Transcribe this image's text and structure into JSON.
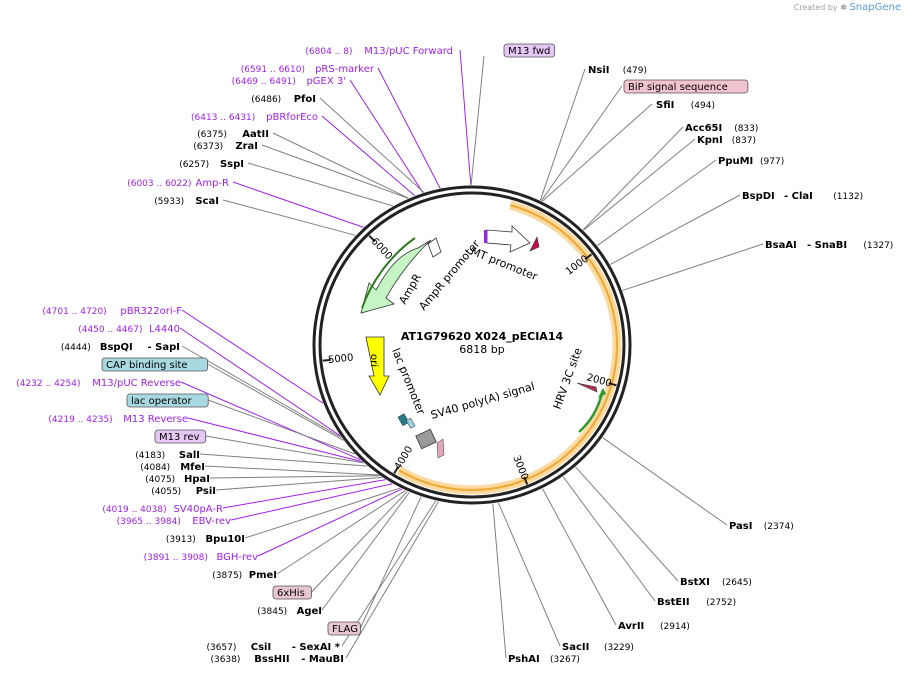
{
  "credit": {
    "prefix": "Created by",
    "brand": "SnapGene"
  },
  "plasmid": {
    "name": "AT1G79620 X024_pECIA14",
    "length_label": "6818 bp",
    "total_bp": 6818
  },
  "ticks": [
    {
      "bp": 1000,
      "label": "1000"
    },
    {
      "bp": 2000,
      "label": "2000"
    },
    {
      "bp": 3000,
      "label": "3000"
    },
    {
      "bp": 4000,
      "label": "4000"
    },
    {
      "bp": 5000,
      "label": "5000"
    },
    {
      "bp": 6000,
      "label": "6000"
    }
  ],
  "features": [
    {
      "name": "orf-arc",
      "start": 290,
      "end": 3980,
      "color": "#f0a830",
      "type": "arc"
    },
    {
      "name": "hrv-3c-arc",
      "start": 2230,
      "end": 2640,
      "color": "#2e9a2e",
      "type": "arc-thin"
    },
    {
      "name": "ampr-arrow",
      "start": 5870,
      "end": 6260,
      "color": "#b8f0b8",
      "type": "arrow"
    },
    {
      "name": "ampr-promoter-arrow",
      "start": 6280,
      "end": 6380,
      "color": "#ffffff",
      "type": "arrow"
    },
    {
      "name": "mt-promoter-arrow",
      "start": 0,
      "end": 240,
      "color": "#ffffff",
      "type": "arrow"
    },
    {
      "name": "ori-arrow",
      "start": 5200,
      "end": 5480,
      "color": "#ffff00",
      "type": "arrow"
    }
  ],
  "feature_labels": [
    {
      "text": "MT promoter"
    },
    {
      "text": "AmpR"
    },
    {
      "text": "AmpR promoter"
    },
    {
      "text": "ori"
    },
    {
      "text": "lac promoter"
    },
    {
      "text": "SV40 poly(A) signal"
    },
    {
      "text": "HRV 3C site"
    }
  ],
  "right_labels": [
    {
      "name": "NsiI",
      "pos": "(479)"
    },
    {
      "box": "BiP signal sequence"
    },
    {
      "name": "SfiI",
      "pos": "(494)"
    },
    {
      "name": "Acc65I",
      "pos": "(833)"
    },
    {
      "name": "KpnI",
      "pos": "(837)"
    },
    {
      "name": "PpuMI",
      "pos": "(977)"
    },
    {
      "name": "BspDI",
      "name2": "ClaI",
      "pos": "(1132)"
    },
    {
      "name": "BsaAI",
      "name2": "SnaBI",
      "pos": "(1327)"
    },
    {
      "name": "PasI",
      "pos": "(2374)"
    },
    {
      "name": "BstXI",
      "pos": "(2645)"
    },
    {
      "name": "BstEII",
      "pos": "(2752)"
    },
    {
      "name": "AvrII",
      "pos": "(2914)"
    },
    {
      "name": "SacII",
      "pos": "(3229)"
    },
    {
      "name": "PshAI",
      "pos": "(3267)"
    }
  ],
  "top_labels": [
    {
      "primer": "M13/pUC Forward",
      "pos": "(6804 .. 8)"
    },
    {
      "box": "M13 fwd"
    },
    {
      "primer": "pRS-marker",
      "pos": "(6591 .. 6610)"
    },
    {
      "primer": "pGEX 3'",
      "pos": "(6469 .. 6491)"
    },
    {
      "name": "PfoI",
      "pos": "(6486)"
    },
    {
      "primer": "pBRforEco",
      "pos": "(6413 .. 6431)"
    },
    {
      "name": "AatII",
      "pos": "(6375)"
    },
    {
      "name": "ZraI",
      "pos": "(6373)"
    },
    {
      "name": "SspI",
      "pos": "(6257)"
    },
    {
      "primer": "Amp-R",
      "pos": "(6003 .. 6022)"
    },
    {
      "name": "ScaI",
      "pos": "(5933)"
    }
  ],
  "left_labels": [
    {
      "primer": "pBR322ori-F",
      "pos": "(4701 .. 4720)"
    },
    {
      "primer": "L4440",
      "pos": "(4450 .. 4467)"
    },
    {
      "name": "BspQI",
      "name2": "SapI",
      "pos": "(4444)"
    },
    {
      "box": "CAP binding site"
    },
    {
      "primer": "M13/pUC Reverse",
      "pos": "(4232 .. 4254)"
    },
    {
      "box": "lac operator"
    },
    {
      "primer": "M13 Reverse",
      "pos": "(4219 .. 4235)"
    },
    {
      "box": "M13 rev"
    },
    {
      "name": "SalI",
      "pos": "(4183)"
    },
    {
      "name": "MfeI",
      "pos": "(4084)"
    },
    {
      "name": "HpaI",
      "pos": "(4075)"
    },
    {
      "name": "PsiI",
      "pos": "(4055)"
    },
    {
      "primer": "SV40pA-R",
      "pos": "(4019 .. 4038)"
    },
    {
      "primer": "EBV-rev",
      "pos": "(3965 .. 3984)"
    },
    {
      "name": "Bpu10I",
      "pos": "(3913)"
    },
    {
      "primer": "BGH-rev",
      "pos": "(3891 .. 3908)"
    },
    {
      "name": "PmeI",
      "pos": "(3875)"
    },
    {
      "box": "6xHis"
    },
    {
      "name": "AgeI",
      "pos": "(3845)"
    },
    {
      "box": "FLAG"
    },
    {
      "name": "CsiI",
      "name2": "SexAI *",
      "pos": "(3657)"
    },
    {
      "name": "BssHII",
      "name2": "MauBI",
      "pos": "(3638)"
    }
  ],
  "colors": {
    "primer": "#a020f0",
    "site_line": "#808080",
    "box_purple": "#e6c8f5",
    "box_pink": "#f2c4cf",
    "box_teal": "#a8d8e0",
    "box_grey_pink": "#e8c8d0"
  }
}
